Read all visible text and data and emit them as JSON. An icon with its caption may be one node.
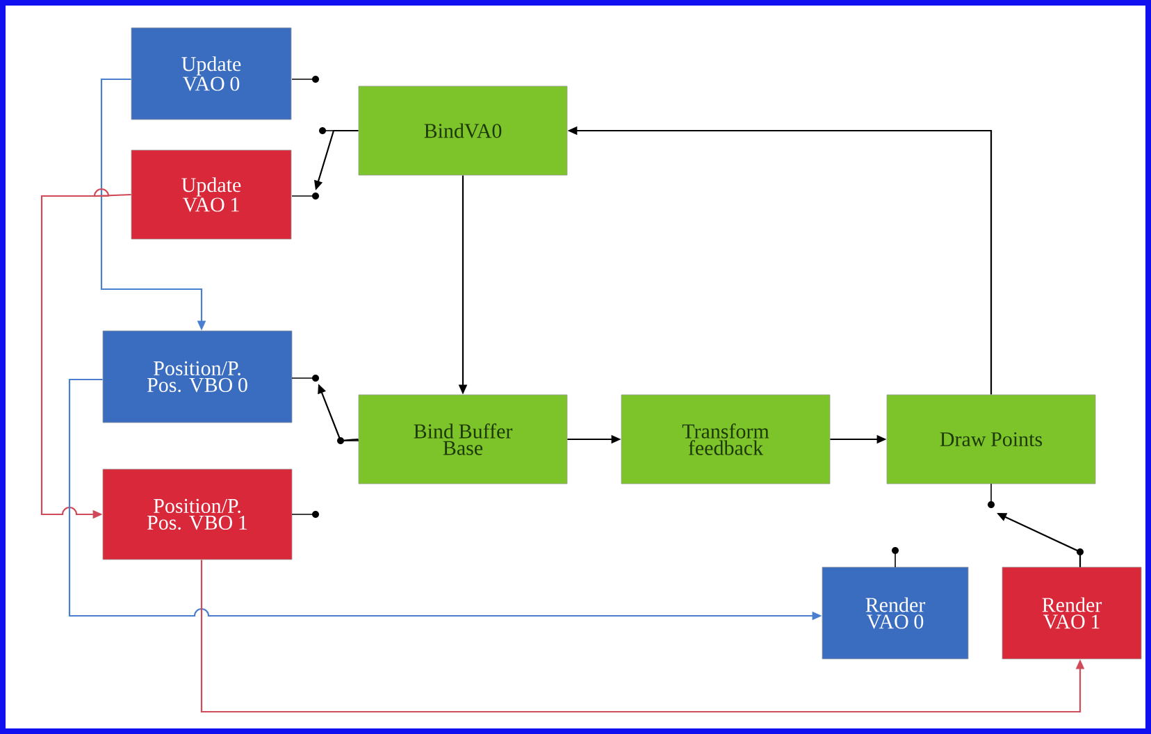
{
  "diagram": {
    "nodes": [
      {
        "text": [
          "Update VAO 0"
        ]
      },
      {
        "text": [
          "Update VAO 1"
        ]
      },
      {
        "text": [
          "BindVA0"
        ]
      },
      {
        "text": [
          "Position/P. Pos. VBO 0"
        ]
      },
      {
        "text": [
          "Bind Buffer Base"
        ]
      },
      {
        "text": [
          "Transform feedback"
        ]
      },
      {
        "text": [
          "Draw Points"
        ]
      },
      {
        "text": [
          "Position/P. Pos. VBO 1"
        ]
      },
      {
        "text": [
          "Render VAO 0"
        ]
      },
      {
        "text": [
          "Render VAO 1"
        ]
      }
    ],
    "edges": [
      {
        "from": 0,
        "to": 3,
        "arrow": "to",
        "color": "#4a7fd0"
      },
      {
        "from": 1,
        "to": 7,
        "arrow": "to",
        "color": "#d04a58"
      },
      {
        "from": 3,
        "to": 8,
        "arrow": "to",
        "color": "#4a7fd0"
      },
      {
        "from": 7,
        "to": 9,
        "arrow": "to",
        "color": "#d04a58"
      },
      {
        "from": 2,
        "to": 1,
        "arrow": "to"
      },
      {
        "from": 2,
        "to": 4,
        "arrow": "to"
      },
      {
        "from": 4,
        "to": 3,
        "arrow": "to"
      },
      {
        "from": 4,
        "to": 5,
        "arrow": "to"
      },
      {
        "from": 5,
        "to": 6,
        "arrow": "to"
      },
      {
        "from": 6,
        "to": 2,
        "arrow": "to"
      },
      {
        "from": 9,
        "to": 6,
        "arrow": "to"
      }
    ]
  }
}
